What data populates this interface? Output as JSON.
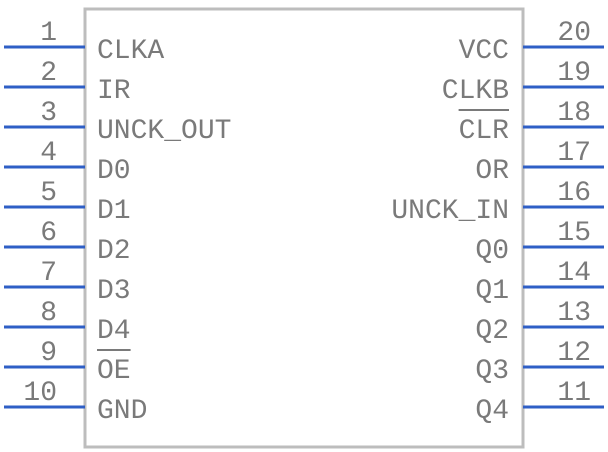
{
  "component": {
    "left_pins": [
      {
        "number": "1",
        "name": "CLKA",
        "inverted": false
      },
      {
        "number": "2",
        "name": "IR",
        "inverted": false
      },
      {
        "number": "3",
        "name": "UNCK_OUT",
        "inverted": false
      },
      {
        "number": "4",
        "name": "D0",
        "inverted": false
      },
      {
        "number": "5",
        "name": "D1",
        "inverted": false
      },
      {
        "number": "6",
        "name": "D2",
        "inverted": false
      },
      {
        "number": "7",
        "name": "D3",
        "inverted": false
      },
      {
        "number": "8",
        "name": "D4",
        "inverted": false
      },
      {
        "number": "9",
        "name": "OE",
        "inverted": true
      },
      {
        "number": "10",
        "name": "GND",
        "inverted": false
      }
    ],
    "right_pins": [
      {
        "number": "20",
        "name": "VCC",
        "inverted": false
      },
      {
        "number": "19",
        "name": "CLKB",
        "inverted": false
      },
      {
        "number": "18",
        "name": "CLR",
        "inverted": true
      },
      {
        "number": "17",
        "name": "OR",
        "inverted": false
      },
      {
        "number": "16",
        "name": "UNCK_IN",
        "inverted": false
      },
      {
        "number": "15",
        "name": "Q0",
        "inverted": false
      },
      {
        "number": "14",
        "name": "Q1",
        "inverted": false
      },
      {
        "number": "13",
        "name": "Q2",
        "inverted": false
      },
      {
        "number": "12",
        "name": "Q3",
        "inverted": false
      },
      {
        "number": "11",
        "name": "Q4",
        "inverted": false
      }
    ]
  },
  "colors": {
    "pin_line": "#2f5fc6",
    "body_outline": "#bdbdbd",
    "text": "#7a7a7a"
  }
}
